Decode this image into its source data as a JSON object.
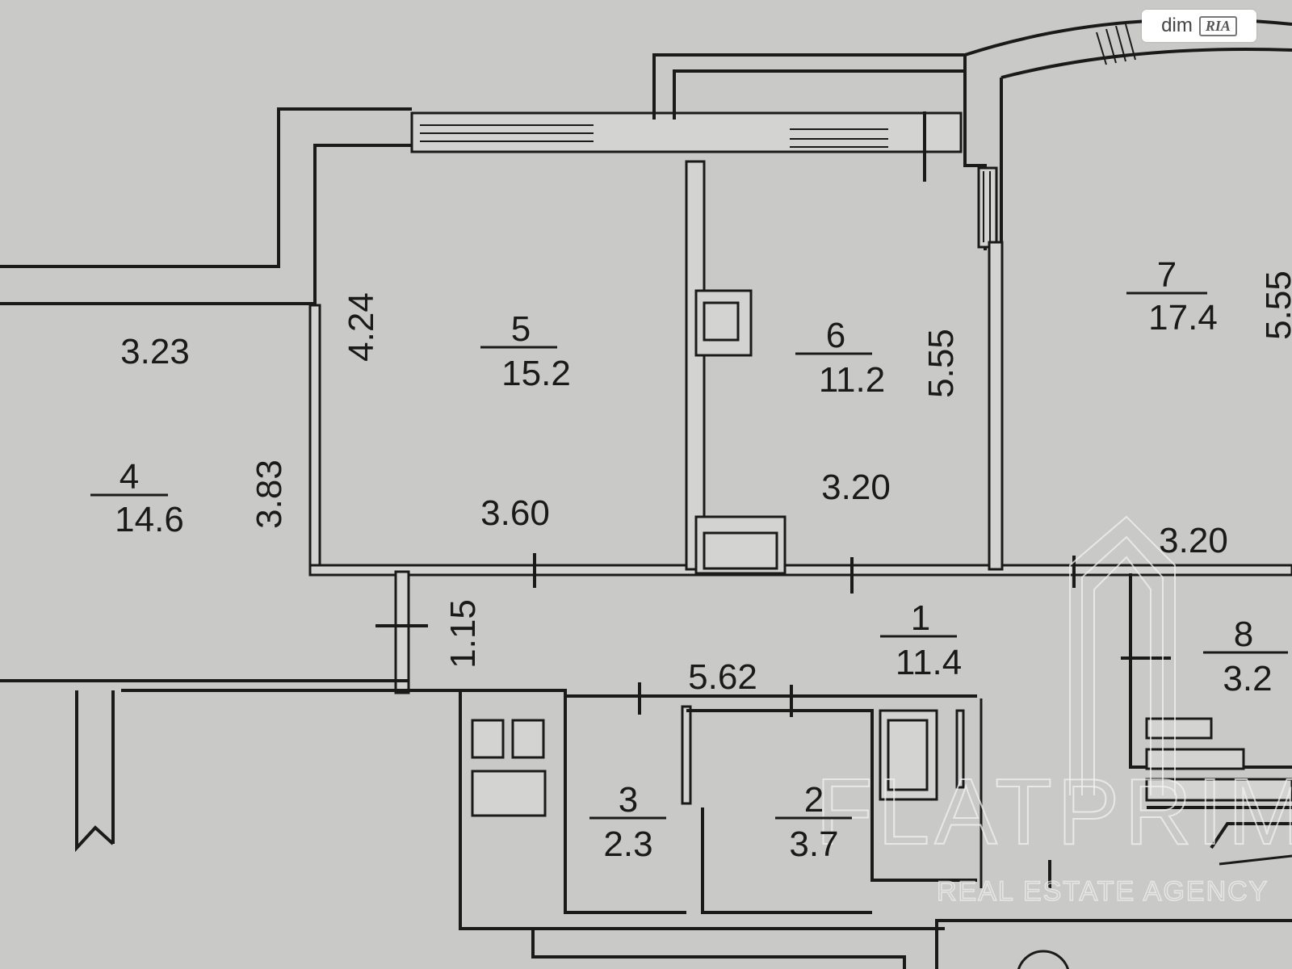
{
  "rooms": [
    {
      "number": "1",
      "area": "11.4"
    },
    {
      "number": "2",
      "area": "3.7"
    },
    {
      "number": "3",
      "area": "2.3"
    },
    {
      "number": "4",
      "area": "14.6"
    },
    {
      "number": "5",
      "area": "15.2"
    },
    {
      "number": "6",
      "area": "11.2"
    },
    {
      "number": "7",
      "area": "17.4"
    },
    {
      "number": "8",
      "area": "3.2"
    }
  ],
  "dimensions": {
    "room4_width": "3.23",
    "room4_height": "3.83",
    "room5_height": "4.24",
    "room5_width": "3.60",
    "room6_height": "5.55",
    "room6_width": "3.20",
    "room7_height": "5.55",
    "room7_width": "3.20",
    "corridor_width": "1.15",
    "corridor_length": "5.62"
  },
  "watermark": {
    "brand": "FLATPRIME",
    "subtitle": "REAL ESTATE AGENCY"
  },
  "logo": {
    "dim": "dim",
    "ria": "RIA"
  },
  "colors": {
    "background": "#c9cac8",
    "walls": "#1a1a1a",
    "watermark": "#f2f2f2"
  }
}
